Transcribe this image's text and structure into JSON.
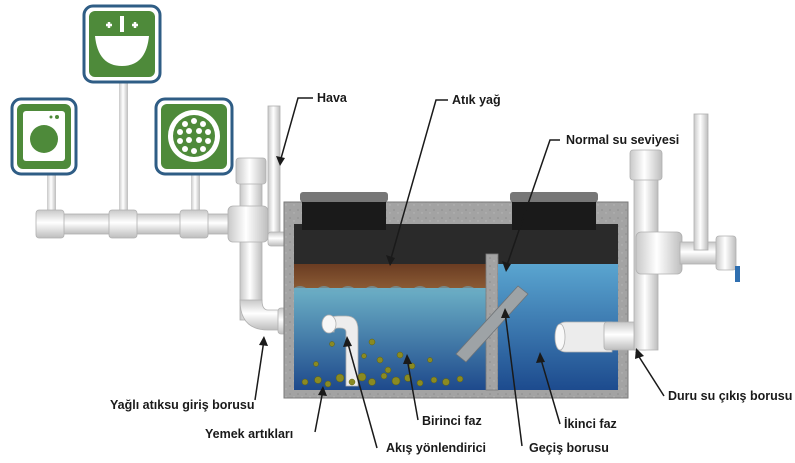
{
  "labels": {
    "air": "Hava",
    "waste_oil": "Atık yağ",
    "normal_water_level": "Normal su seviyesi",
    "oily_inlet_pipe": "Yağlı atıksu giriş borusu",
    "food_waste": "Yemek artıkları",
    "flow_diverter": "Akış yönlendirici",
    "first_phase": "Birinci faz",
    "second_phase": "İkinci faz",
    "transfer_pipe": "Geçiş borusu",
    "clean_outlet_pipe": "Duru su çıkış borusu"
  },
  "icons": [
    "washing-machine-icon",
    "sink-icon",
    "floor-drain-icon"
  ],
  "colors": {
    "icon_green": "#4e8a3a",
    "icon_border": "#2f5d85",
    "oil_layer": "#7a4a2a",
    "water_top": "#5aa0c0",
    "water_bottom": "#1f4f8e",
    "tank_concrete": "#9a9a9a",
    "food_particles": "#8a8a22",
    "pipe": "#e6e6e6"
  }
}
